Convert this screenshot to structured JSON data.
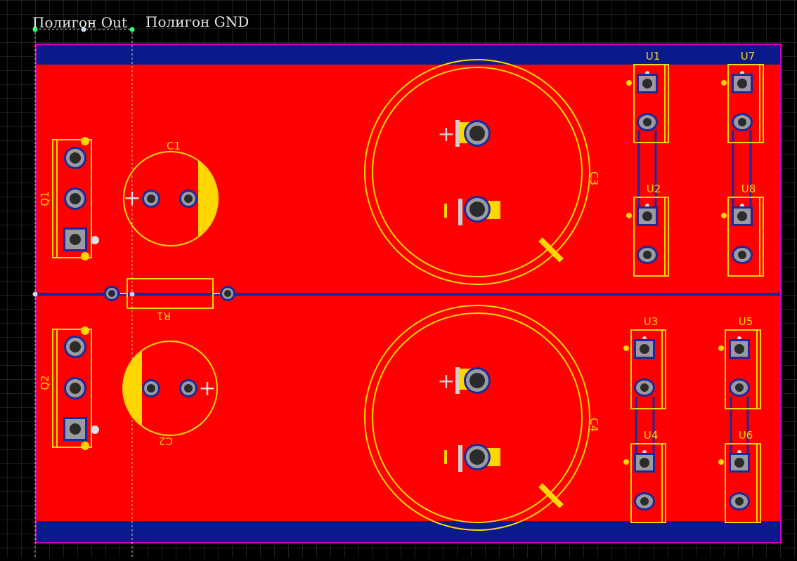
{
  "app": {
    "view": "PCB 2D layout editor"
  },
  "colors": {
    "background": "#000000",
    "grid": "#3a3a3a",
    "board_outline": "#cc00cc",
    "top_copper": "#ff0000",
    "bottom_copper": "#0a1a8a",
    "silkscreen": "#ffd700",
    "pad_ring": "#9a9aa0",
    "pad_hole": "#2b2b2b",
    "label_text": "#e8e8e8"
  },
  "polygons": [
    {
      "name": "Полигон Out"
    },
    {
      "name": "Полигон GND"
    }
  ],
  "components": {
    "Q1": "Q1",
    "Q2": "Q2",
    "C1": "C1",
    "C2": "C2",
    "C3": "C3",
    "C4": "C4",
    "R1": "R1",
    "U1": "U1",
    "U2": "U2",
    "U3": "U3",
    "U4": "U4",
    "U5": "U5",
    "U6": "U6",
    "U7": "U7",
    "U8": "U8"
  },
  "polarity": {
    "plus": "+"
  }
}
